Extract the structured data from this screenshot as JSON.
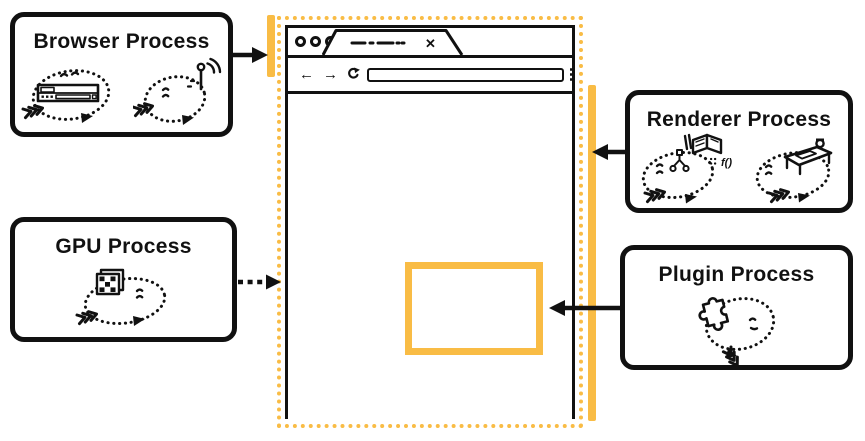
{
  "colors": {
    "accent_orange": "#F9BC45",
    "ink": "#111111"
  },
  "boxes": {
    "browser": {
      "label": "Browser Process"
    },
    "gpu": {
      "label": "GPU Process"
    },
    "renderer": {
      "label": "Renderer Process"
    },
    "plugin": {
      "label": "Plugin Process"
    }
  },
  "window": {
    "tab": {
      "close_glyph": "✕"
    },
    "toolbar": {
      "back_glyph": "←",
      "forward_glyph": "→",
      "url_value": ""
    }
  },
  "icons": {
    "traffic_lights": "three-window-buttons",
    "reload": "reload-circular-arrow",
    "kebab": "vertical-three-dots",
    "browser_ui": "mini-browser-bar",
    "network": "antenna-signal",
    "gpu_raster": "pixel-grid-tiles",
    "dom_js": "dom-tree-book-function",
    "layout_desk": "drafting-table",
    "plugin_piece": "puzzle-piece"
  },
  "connections": [
    {
      "from": "Browser Process",
      "to": "browser chrome (tabs + toolbar, left orange bar)",
      "style": "solid"
    },
    {
      "from": "GPU Process",
      "to": "browser window",
      "style": "dashed"
    },
    {
      "from": "Renderer Process",
      "to": "page content area (right orange bar)",
      "style": "solid"
    },
    {
      "from": "Plugin Process",
      "to": "plugin region inside the page",
      "style": "solid"
    }
  ]
}
